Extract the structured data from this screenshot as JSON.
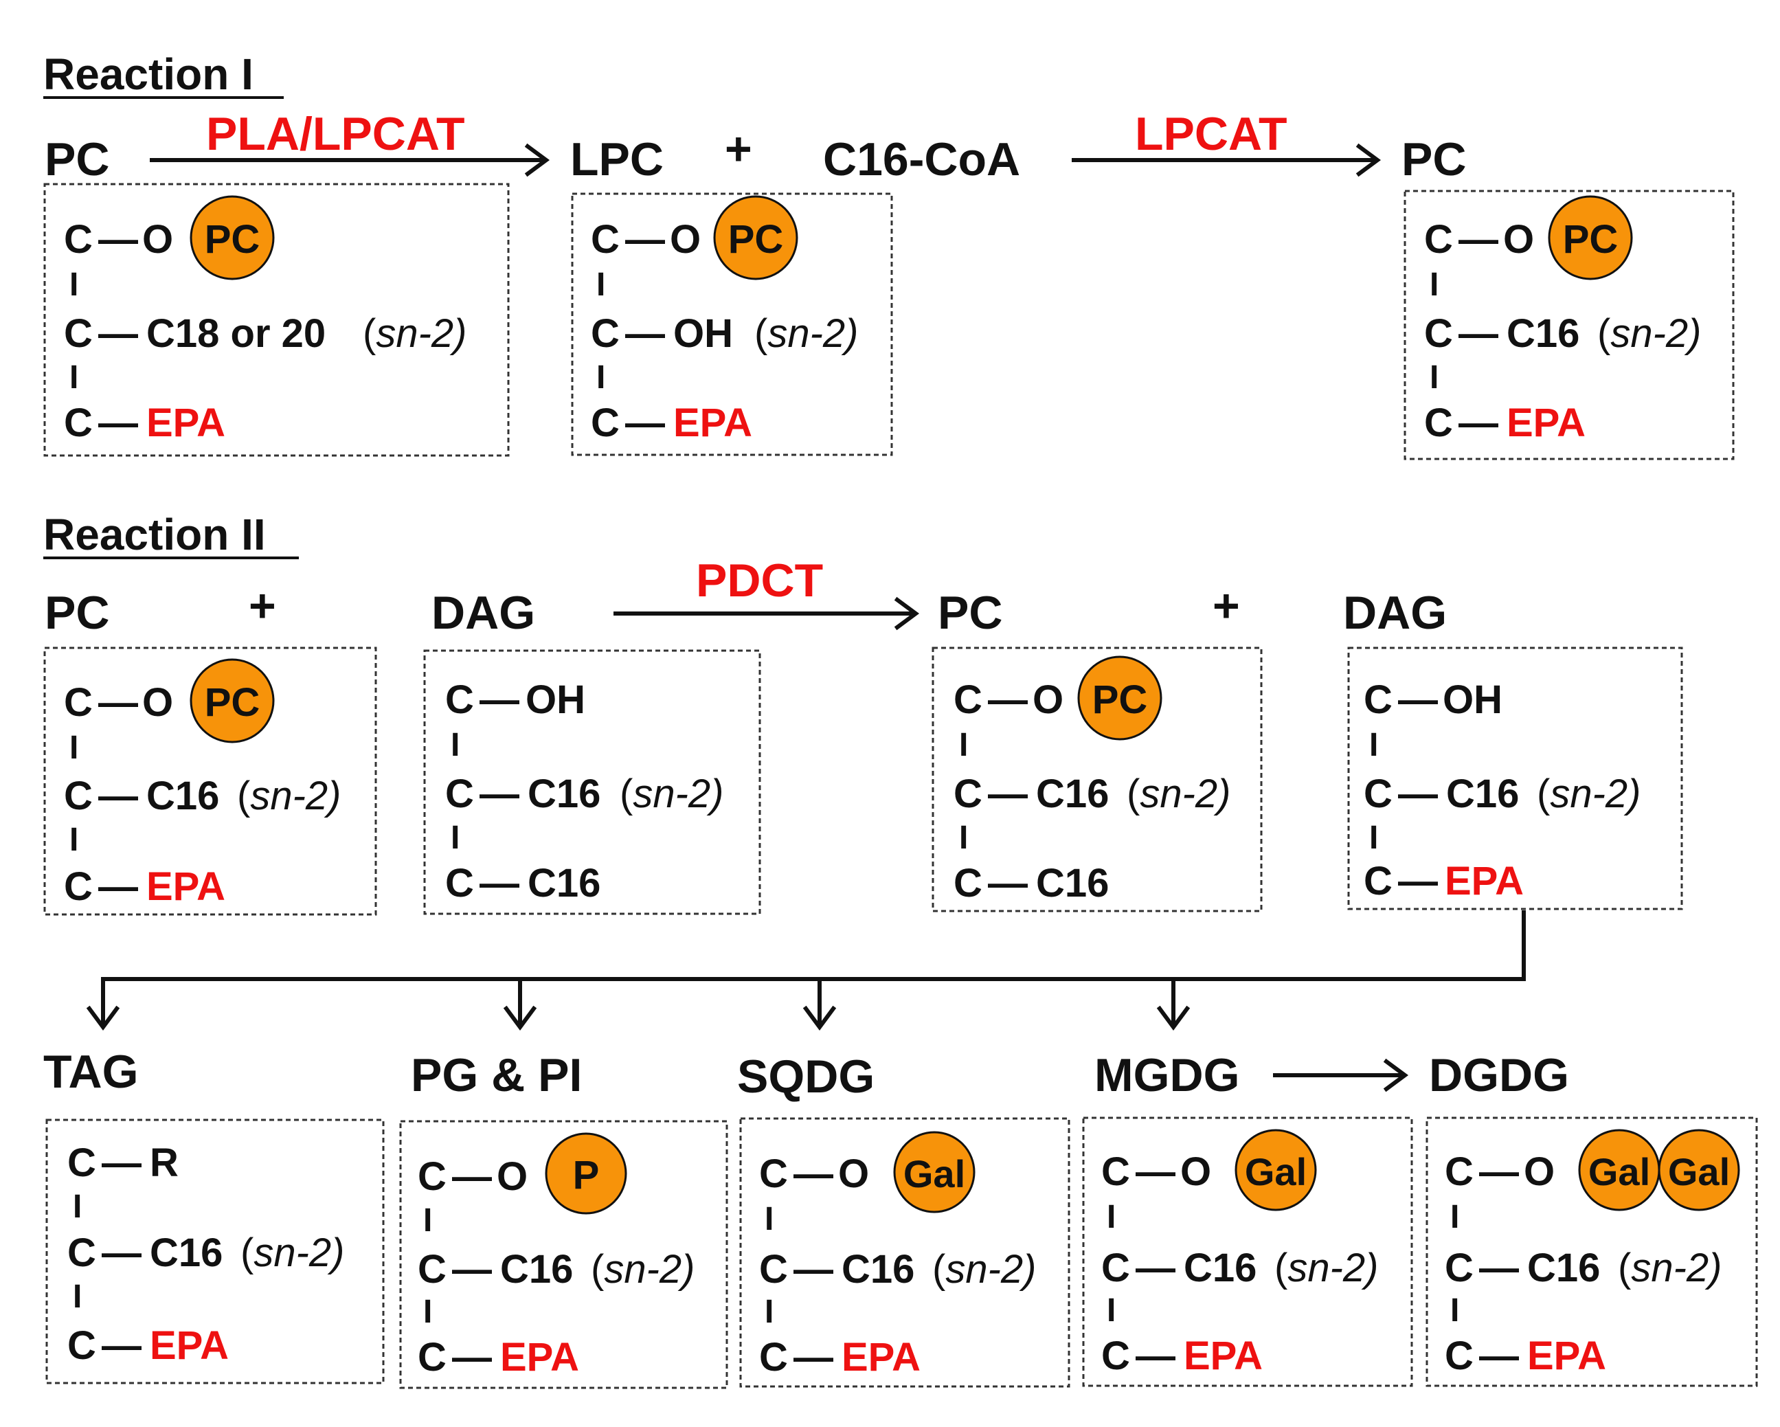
{
  "reaction1": {
    "title": "Reaction I",
    "pc_left": "PC",
    "enzyme1": "PLA/LPCAT",
    "lpc": "LPC",
    "plus": "+",
    "c16coa": "C16-CoA",
    "enzyme2": "LPCAT",
    "pc_right": "PC"
  },
  "reaction2": {
    "title": "Reaction II",
    "pc_left": "PC",
    "plus1": "+",
    "dag_left": "DAG",
    "enzyme": "PDCT",
    "pc_right": "PC",
    "plus2": "+",
    "dag_right": "DAG"
  },
  "products": {
    "tag": "TAG",
    "pgpi": "PG & PI",
    "sqdg": "SQDG",
    "mgdg": "MGDG",
    "dgdg": "DGDG"
  },
  "chem": {
    "c": "C",
    "bond": "—",
    "o": "O",
    "oh": "OH",
    "r": "R",
    "pc_head": "PC",
    "p_head": "P",
    "gal_head": "Gal",
    "c18or20": "C18 or 20",
    "c16": "C16",
    "epa": "EPA",
    "sn2_open": "(",
    "sn2_sn": "sn",
    "sn2_rest": "-2)"
  },
  "colors": {
    "accent_red": "#ee1111",
    "head_orange": "#f7930a",
    "text": "#111111"
  }
}
